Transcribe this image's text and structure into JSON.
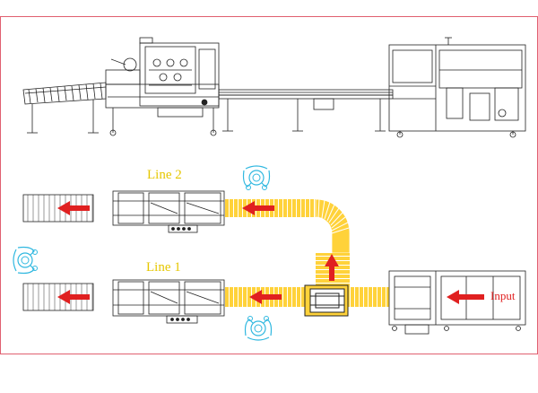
{
  "labels": {
    "line2": "Line 2",
    "line1": "Line 1",
    "input": "Input"
  },
  "colors": {
    "border": "#e06070",
    "stroke": "#222222",
    "conveyor": "#ffd23a",
    "arrow": "#e02020",
    "operator": "#30b8e0",
    "line_label": "#e6c700",
    "input_label": "#e02020"
  },
  "icons": [
    "operator-icon",
    "flow-arrow-icon"
  ]
}
